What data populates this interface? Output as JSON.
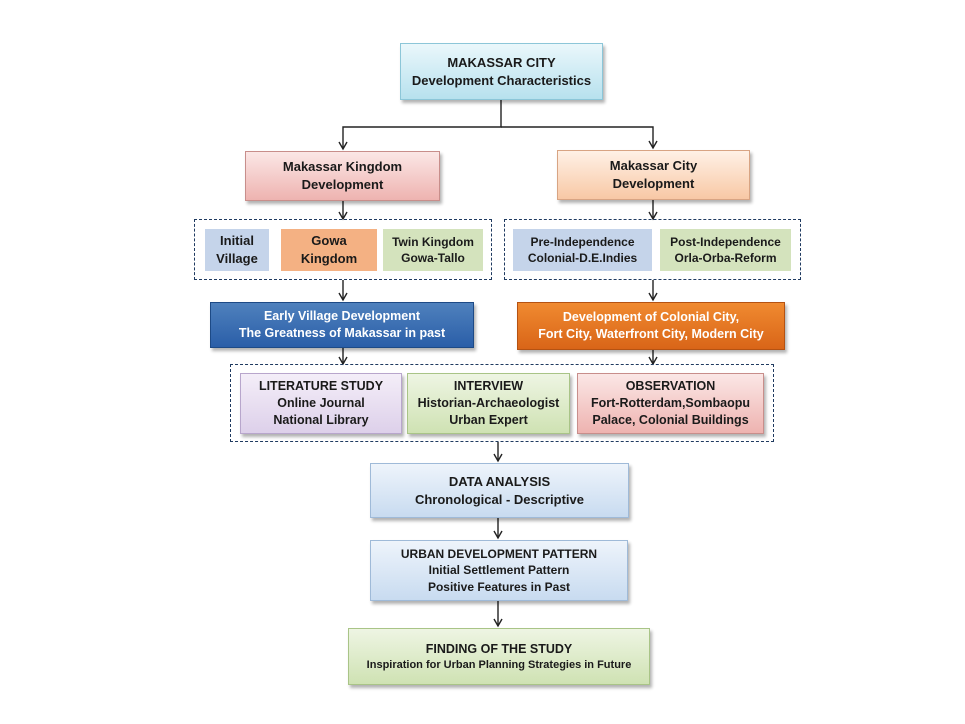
{
  "top": {
    "line1": "MAKASSAR CITY",
    "line2": "Development Characteristics"
  },
  "kingdom": {
    "line1": "Makassar Kingdom",
    "line2": "Development"
  },
  "city": {
    "line1": "Makassar City",
    "line2": "Development"
  },
  "kingdom_phases": [
    {
      "line1": "Initial",
      "line2": "Village"
    },
    {
      "line1": "Gowa",
      "line2": "Kingdom"
    },
    {
      "line1": "Twin Kingdom",
      "line2": "Gowa-Tallo"
    }
  ],
  "city_phases": [
    {
      "line1": "Pre-Independence",
      "line2": "Colonial-D.E.Indies"
    },
    {
      "line1": "Post-Independence",
      "line2": "Orla-Orba-Reform"
    }
  ],
  "early": {
    "line1": "Early Village Development",
    "line2": "The Greatness of Makassar in past"
  },
  "colonial": {
    "line1": "Development of Colonial City,",
    "line2": "Fort City, Waterfront City, Modern City"
  },
  "methods": [
    {
      "line1": "LITERATURE STUDY",
      "line2": "Online Journal",
      "line3": "National Library"
    },
    {
      "line1": "INTERVIEW",
      "line2": "Historian-Archaeologist",
      "line3": "Urban Expert"
    },
    {
      "line1": "OBSERVATION",
      "line2": "Fort-Rotterdam,Sombaopu",
      "line3": "Palace, Colonial Buildings"
    }
  ],
  "analysis": {
    "line1": "DATA ANALYSIS",
    "line2": "Chronological - Descriptive"
  },
  "urban": {
    "line1": "URBAN DEVELOPMENT PATTERN",
    "line2": "Initial Settlement Pattern",
    "line3": "Positive Features in Past"
  },
  "finding": {
    "line1": "FINDING OF THE STUDY",
    "line2": "Inspiration for Urban Planning Strategies in Future"
  }
}
